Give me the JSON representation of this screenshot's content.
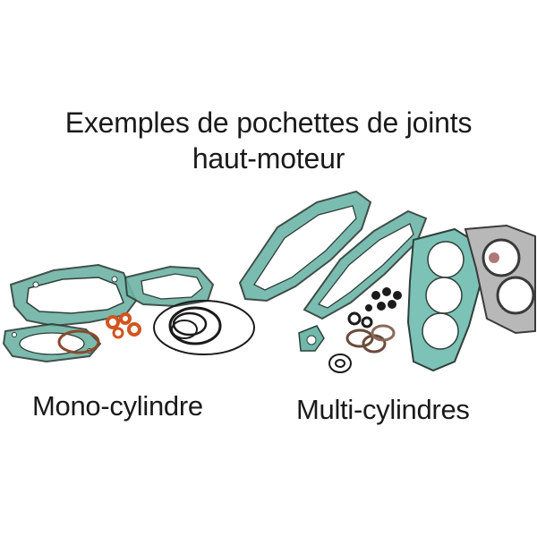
{
  "title": {
    "line1": "Exemples de pochettes de joints",
    "line2": "haut-moteur"
  },
  "labels": {
    "mono": "Mono-cylindre",
    "multi": "Multi-cylindres"
  },
  "colors": {
    "gasket_green": "#5aa89a",
    "gasket_outline": "#2f3f3a",
    "orange_seal": "#d2541e",
    "black_seal": "#1b1b1b",
    "metal_head_gasket": "#9a9a9a"
  }
}
